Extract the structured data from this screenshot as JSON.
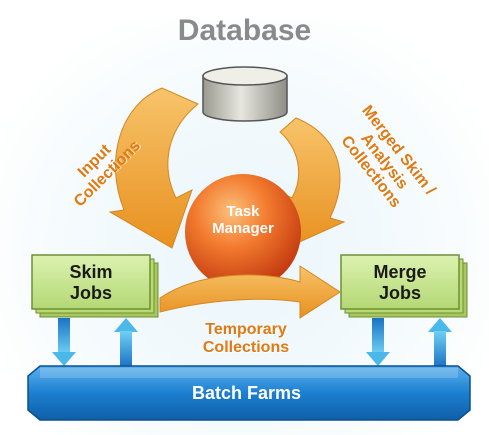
{
  "title": "Database",
  "center": [
    "Task",
    "Manager"
  ],
  "left_box": [
    "Skim",
    "Jobs"
  ],
  "right_box": [
    "Merge",
    "Jobs"
  ],
  "input_label": [
    "Input",
    "Collections"
  ],
  "merged_label": [
    "Merged Skim /",
    "Analysis",
    "Collections"
  ],
  "temporary_label": [
    "Temporary",
    "Collections"
  ],
  "batch": "Batch Farms",
  "colors": {
    "arrow_orange": "#f0a33a",
    "box_green": "#c6e68a",
    "sphere_orange": "#f0672a",
    "bar_blue": "#1c7fd0",
    "title_gray": "#8a8a8a"
  }
}
